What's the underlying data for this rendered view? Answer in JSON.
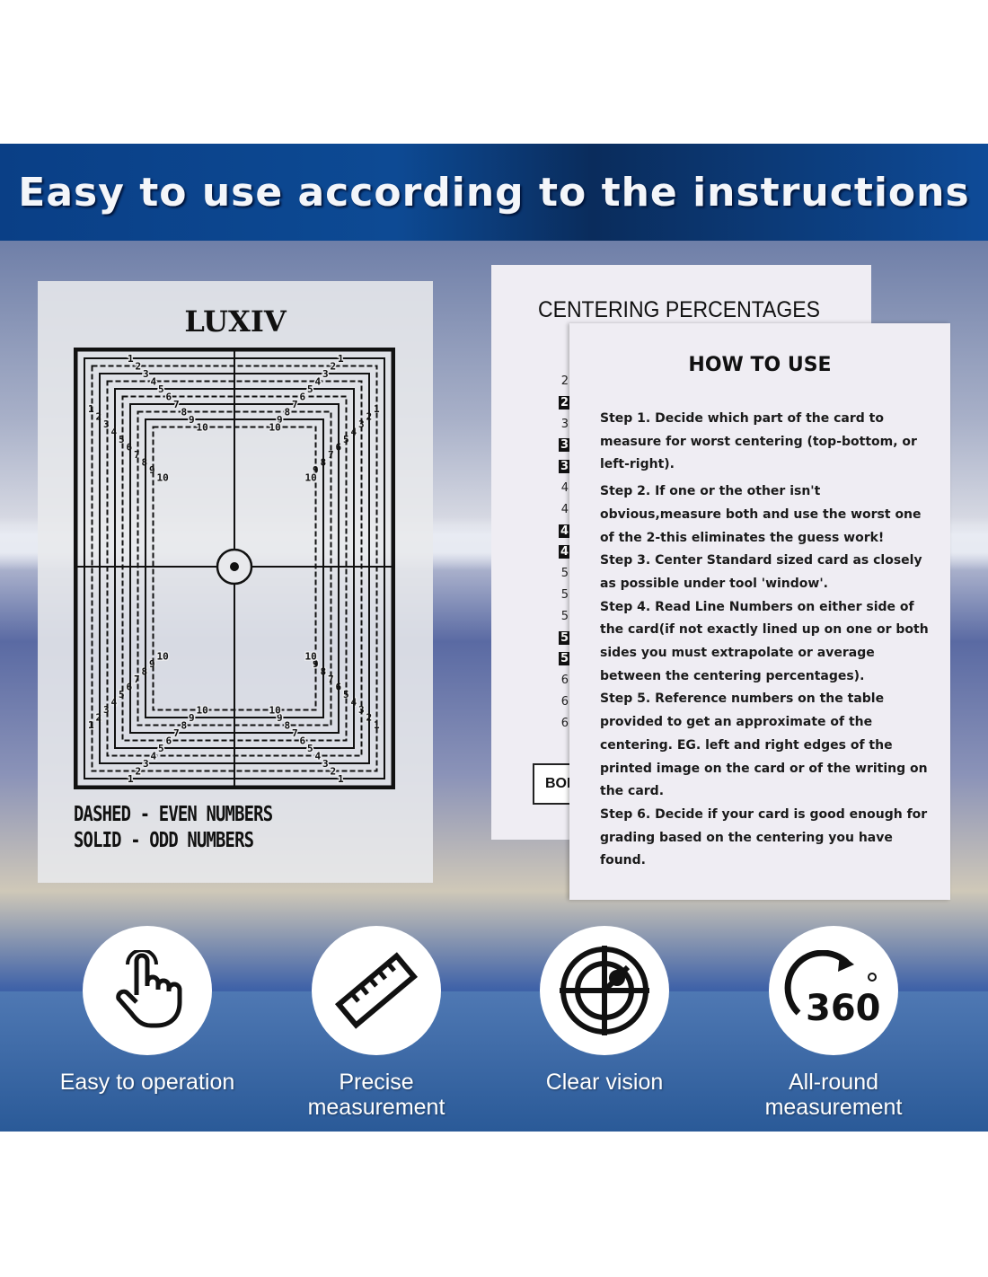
{
  "banner": {
    "title": "Easy to use according to the instructions"
  },
  "tool": {
    "logo": "LUXIV",
    "ruler_labels": [
      "1",
      "2",
      "3",
      "4",
      "5",
      "6",
      "7",
      "8",
      "9",
      "10"
    ],
    "legend": [
      "DASHED - EVEN NUMBERS",
      "SOLID - ODD NUMBERS"
    ]
  },
  "centering": {
    "title": "CENTERING PERCENTAGES",
    "rows": [
      {
        "v": "2",
        "bold": false
      },
      {
        "v": "2",
        "bold": true
      },
      {
        "v": "3",
        "bold": false
      },
      {
        "v": "3",
        "bold": true
      },
      {
        "v": "3",
        "bold": true
      },
      {
        "v": "4",
        "bold": false
      },
      {
        "v": "4",
        "bold": false
      },
      {
        "v": "4",
        "bold": true
      },
      {
        "v": "4",
        "bold": true
      },
      {
        "v": "5",
        "bold": false
      },
      {
        "v": "5",
        "bold": false
      },
      {
        "v": "5",
        "bold": false
      },
      {
        "v": "5",
        "bold": true
      },
      {
        "v": "5",
        "bold": true
      },
      {
        "v": "6",
        "bold": false
      },
      {
        "v": "6",
        "bold": false
      },
      {
        "v": "6",
        "bold": false
      }
    ],
    "button": "BOL"
  },
  "how_to_use": {
    "title": "HOW TO USE",
    "steps": [
      "Step 1. Decide which part of the card to measure for worst centering (top-bottom, or left-right).",
      "Step 2. If one or the other isn't obvious,measure both and use the worst one of the 2-this eliminates the guess work!",
      "Step 3. Center Standard sized card as closely as possible under tool 'window'.",
      "Step 4. Read Line Numbers on either side of the card(if not exactly lined up on one or both sides you must extrapolate or average between the centering percentages).",
      "Step 5. Reference numbers on the table provided to get an approximate of the centering. EG. left and right edges of the printed image on the card or of the writing on the card.",
      "Step 6. Decide if your card is good enough for grading based on the centering you have found."
    ]
  },
  "features": [
    {
      "icon": "hand-pointer-icon",
      "label": "Easy to operation"
    },
    {
      "icon": "ruler-icon",
      "label": "Precise measurement"
    },
    {
      "icon": "target-icon",
      "label": "Clear vision"
    },
    {
      "icon": "rotate-360-icon",
      "label": "All-round measurement"
    }
  ]
}
